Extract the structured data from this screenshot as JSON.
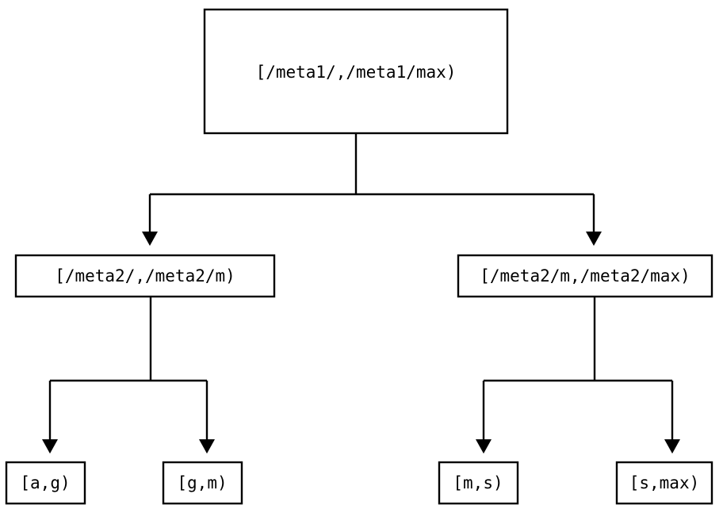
{
  "diagram": {
    "type": "tree",
    "title": "",
    "orientation": "top-down",
    "colors": {
      "background": "#ffffff",
      "node_fill": "#ffffff",
      "node_stroke": "#000000",
      "connector": "#000000",
      "text": "#000000"
    },
    "levels": [
      {
        "name": "root",
        "nodes": [
          {
            "id": "root",
            "label": "[/meta1/,/meta1/max)"
          }
        ]
      },
      {
        "name": "mid",
        "nodes": [
          {
            "id": "mid-left",
            "label": "[/meta2/,/meta2/m)"
          },
          {
            "id": "mid-right",
            "label": "[/meta2/m,/meta2/max)"
          }
        ]
      },
      {
        "name": "leaves",
        "nodes": [
          {
            "id": "leaf-1",
            "label": "[a,g)"
          },
          {
            "id": "leaf-2",
            "label": "[g,m)"
          },
          {
            "id": "leaf-3",
            "label": "[m,s)"
          },
          {
            "id": "leaf-4",
            "label": "[s,max)"
          }
        ]
      }
    ],
    "edges": [
      {
        "from": "root",
        "to": "mid-left",
        "arrow": "triangle-down"
      },
      {
        "from": "root",
        "to": "mid-right",
        "arrow": "triangle-down"
      },
      {
        "from": "mid-left",
        "to": "leaf-1",
        "arrow": "triangle-down"
      },
      {
        "from": "mid-left",
        "to": "leaf-2",
        "arrow": "triangle-down"
      },
      {
        "from": "mid-right",
        "to": "leaf-3",
        "arrow": "triangle-down"
      },
      {
        "from": "mid-right",
        "to": "leaf-4",
        "arrow": "triangle-down"
      }
    ]
  }
}
